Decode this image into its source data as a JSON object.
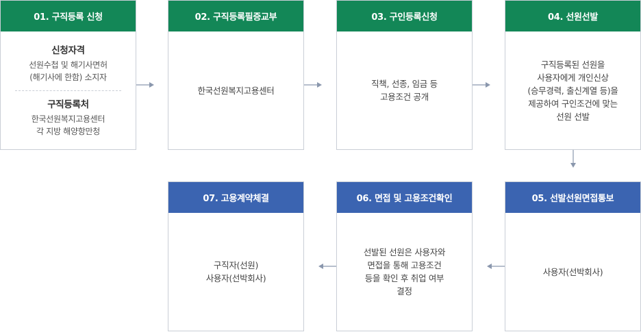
{
  "steps": [
    {
      "id": "01",
      "title": "01. 구직등록 신청",
      "color": "#138757",
      "sections": [
        {
          "heading": "신청자격",
          "lines": [
            "선원수첩 및 해기사면허",
            "(해기사에 한함) 소지자"
          ]
        },
        {
          "heading": "구직등록처",
          "lines": [
            "한국선원복지고용센터",
            "각 지방 해양항만청"
          ]
        }
      ]
    },
    {
      "id": "02",
      "title": "02. 구직등록필증교부",
      "color": "#138757",
      "lines": [
        "한국선원복지고용센터"
      ]
    },
    {
      "id": "03",
      "title": "03. 구인등록신청",
      "color": "#138757",
      "lines": [
        "직책, 선종, 임금 등",
        "고용조건 공개"
      ]
    },
    {
      "id": "04",
      "title": "04. 선원선발",
      "color": "#138757",
      "lines": [
        "구직등록된 선원을",
        "사용자에게 개인신상",
        "(승무경력, 출신계열 등)을",
        "제공하여 구인조건에 맞는",
        "선원 선발"
      ]
    },
    {
      "id": "05",
      "title": "05. 선발선원면접통보",
      "color": "#3b64b1",
      "lines": [
        "사용자(선박회사)"
      ]
    },
    {
      "id": "06",
      "title": "06. 면접 및 고용조건확인",
      "color": "#3b64b1",
      "lines": [
        "선발된 선원은 사용자와",
        "면접을 통해 고용조건",
        "등을 확인 후 취업 여부",
        "결정"
      ]
    },
    {
      "id": "07",
      "title": "07. 고용계약체결",
      "color": "#3b64b1",
      "lines": [
        "구직자(선원)",
        "사용자(선박회사)"
      ]
    }
  ],
  "arrow_color": "#8a97ad"
}
